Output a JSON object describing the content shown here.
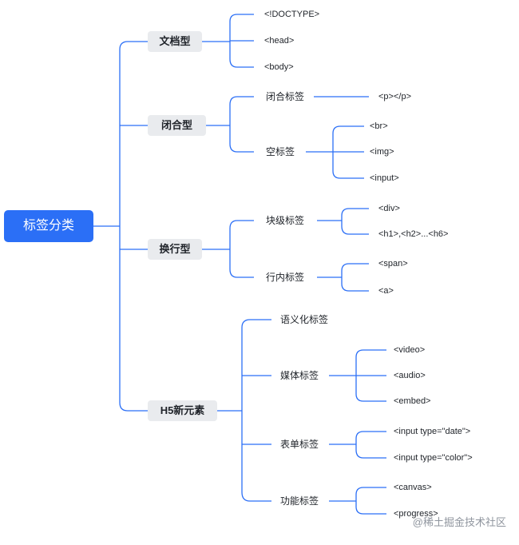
{
  "root": {
    "label": "标签分类"
  },
  "branches": {
    "doc": {
      "label": "文档型",
      "items": [
        "<!DOCTYPE>",
        "<head>",
        "<body>"
      ]
    },
    "closed": {
      "label": "闭合型",
      "pair": {
        "label": "闭合标签",
        "leaf": "<p></p>"
      },
      "empty": {
        "label": "空标签",
        "items": [
          "<br>",
          "<img>",
          "<input>"
        ]
      }
    },
    "linebreak": {
      "label": "换行型",
      "block": {
        "label": "块级标签",
        "items": [
          "<div>",
          "<h1>,<h2>...<h6>"
        ]
      },
      "inline": {
        "label": "行内标签",
        "items": [
          "<span>",
          "<a>"
        ]
      }
    },
    "h5": {
      "label": "H5新元素",
      "semantic": {
        "label": "语义化标签"
      },
      "media": {
        "label": "媒体标签",
        "items": [
          "<video>",
          "<audio>",
          "<embed>"
        ]
      },
      "form": {
        "label": "表单标签",
        "items": [
          "<input type=\"date\">",
          "<input type=\"color\">"
        ]
      },
      "feature": {
        "label": "功能标签",
        "items": [
          "<canvas>",
          "<progress>"
        ]
      }
    }
  },
  "footer": {
    "text": "@稀土掘金技术社区"
  },
  "colors": {
    "line": "#2b6ff6",
    "node_bg": "#e9ebee",
    "root_bg": "#2b6ff6"
  }
}
